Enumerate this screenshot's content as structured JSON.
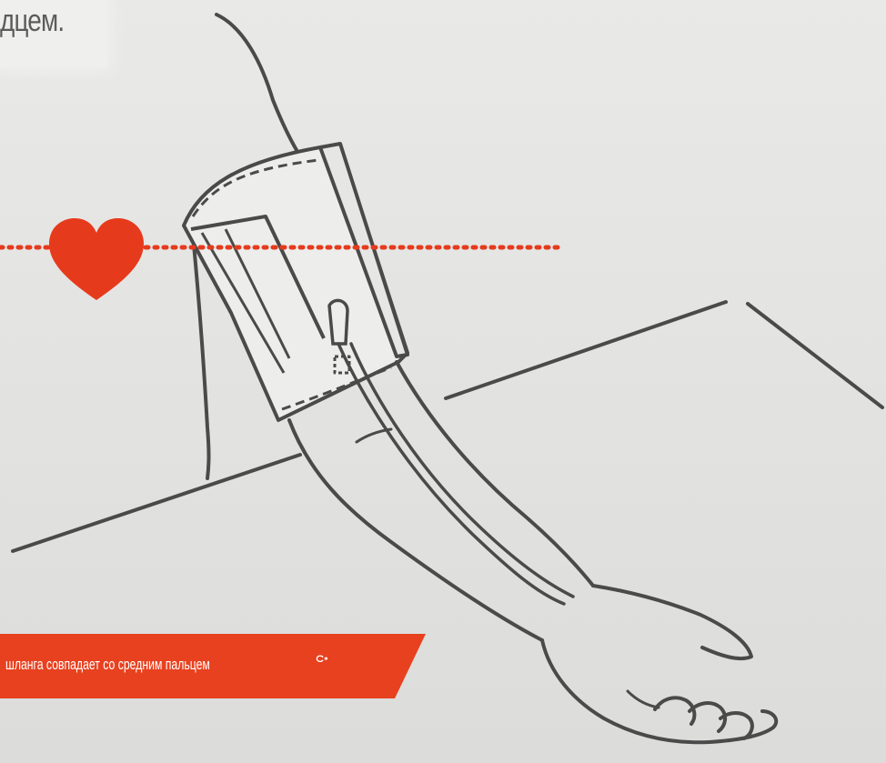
{
  "header": {
    "caption_fragment": "дцем."
  },
  "banner": {
    "text": "шланга совпадает со средним пальцем",
    "step_mark": "ပံ"
  },
  "colors": {
    "accent": "#e8411f",
    "heart": "#e63a1c",
    "line_art": "#4a4a4a",
    "background": "#e4e4e2"
  },
  "icons": {
    "heart": "heart-icon"
  }
}
